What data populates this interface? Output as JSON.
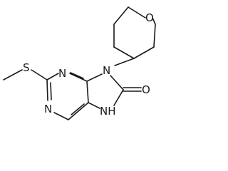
{
  "molecule": {
    "atoms": {
      "O_pyran": "O",
      "N9": "N",
      "N3": "N",
      "N1": "N",
      "S": "S",
      "O_carbonyl": "O",
      "NH7": "NH"
    }
  }
}
